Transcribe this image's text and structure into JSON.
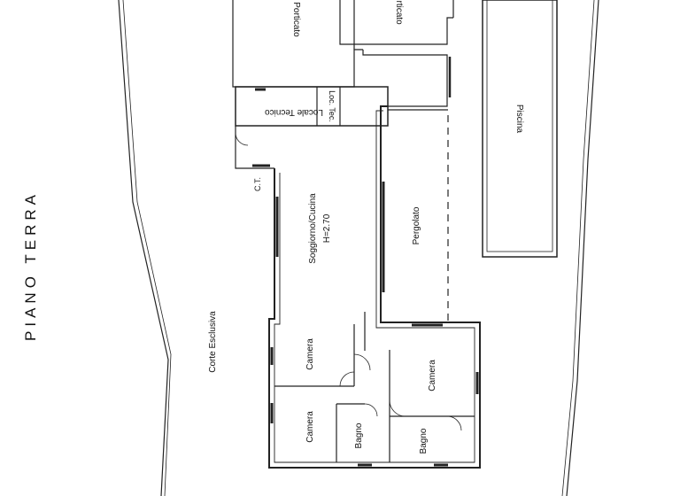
{
  "plan": {
    "floor_title": "PIANO TERRA",
    "yard_label": "Corte Esclusiva",
    "rooms": {
      "porticato_left": "Porticato",
      "porticato_right": "Porticato",
      "locale_tecnico": "Locale Tecnico",
      "loc_tec": "Loc. Tec.",
      "ct": "C.T.",
      "soggiorno_name": "Soggiorno/Cucina",
      "soggiorno_height": "H=2.70",
      "pergolato": "Pergolato",
      "piscina": "Piscina",
      "camera_1": "Camera",
      "camera_2": "Camera",
      "camera_3": "Camera",
      "bagno_1": "Bagno",
      "bagno_2": "Bagno"
    }
  },
  "colors": {
    "line": "#222222",
    "background": "#ffffff"
  }
}
